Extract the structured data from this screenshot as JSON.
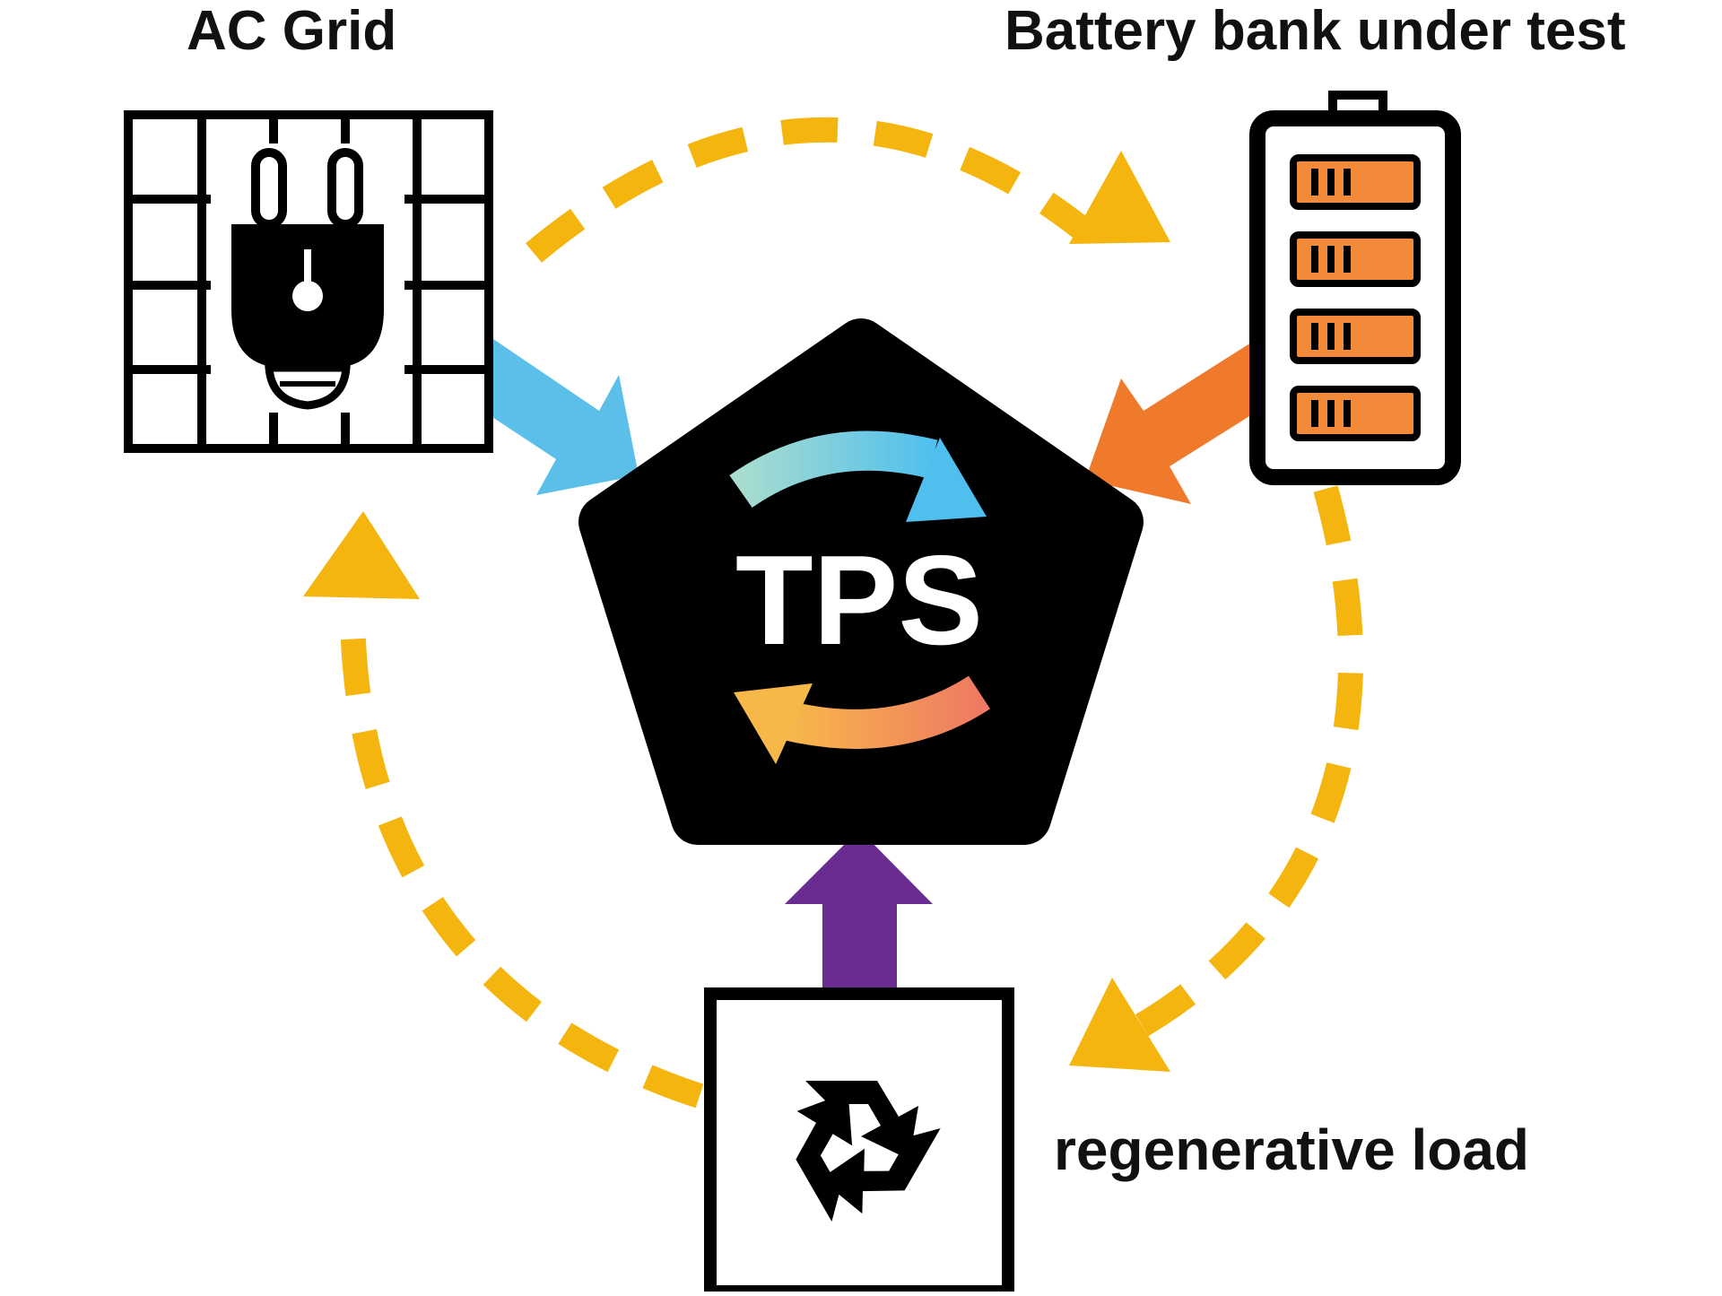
{
  "nodes": {
    "grid": {
      "label": "AC Grid",
      "icon": "grid-plug-icon"
    },
    "battery": {
      "label": "Battery bank under test",
      "icon": "battery-icon"
    },
    "load": {
      "label": "regenerative load",
      "icon": "recycle-icon"
    },
    "center": {
      "label": "TPS",
      "icon": "bidirectional-arrows-icon"
    }
  },
  "colors": {
    "grid_to_tps": "#5bbfea",
    "battery_to_tps": "#f07a2c",
    "load_to_tps": "#6a2c91",
    "regen_loop": "#f5b50f",
    "node_fill": "#000000",
    "battery_cells": "#f28a3a"
  }
}
